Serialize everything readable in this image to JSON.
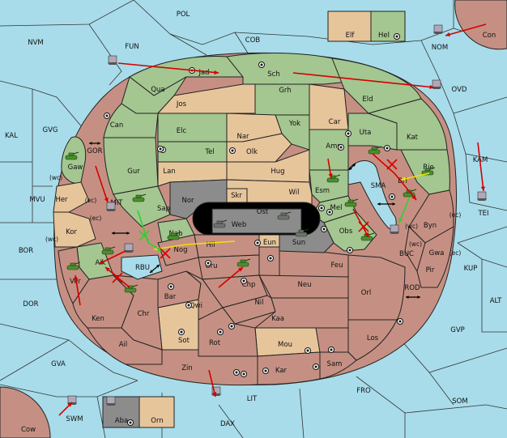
{
  "colors": {
    "sea": "#a8dcea",
    "green": "#a4c690",
    "red": "#c59083",
    "tan": "#e7c59b",
    "gray": "#8c8c8c",
    "black": "#000000",
    "move_red": "#d40000",
    "move_yellow": "#f0e000",
    "move_green": "#2fd02f",
    "unit_green": "#4a8f2c",
    "unit_gray": "#707070"
  },
  "sea_labels": {
    "POL": "POL",
    "NVM": "NVM",
    "FUN": "FUN",
    "COB": "COB",
    "NOM": "NOM",
    "Con": "Con",
    "OVD": "OVD",
    "KAL": "KAL",
    "GVG": "GVG",
    "GOR": "GOR",
    "MVU": "MVU",
    "MIT": "MIT",
    "BOR": "BOR",
    "RBU": "RBU",
    "DOR": "DOR",
    "SMA": "SMA",
    "BUC": "BUC",
    "ROD": "ROD",
    "KAM": "KAM",
    "TEI": "TEI",
    "KUP": "KUP",
    "ALT": "ALT",
    "GVP": "GVP",
    "GVA": "GVA",
    "FRO": "FRO",
    "SOM": "SOM",
    "LIT": "LIT",
    "DAX": "DAX",
    "SWM": "SWM",
    "Cow": "Cow"
  },
  "land_labels": {
    "Jad": "Jad",
    "Sch": "Sch",
    "Qua": "Qua",
    "Jos": "Jos",
    "Grh": "Grh",
    "Eld": "Eld",
    "Can": "Can",
    "Elc": "Elc",
    "Nar": "Nar",
    "Yok": "Yok",
    "Car": "Car",
    "Uta": "Uta",
    "Kat": "Kat",
    "Tel": "Tel",
    "Olk": "Olk",
    "Amp": "Amp",
    "Gur": "Gur",
    "Lan": "Lan",
    "Hug": "Hug",
    "Esm": "Esm",
    "Rie": "Rie",
    "Gaw": "Gaw",
    "Nor": "Nor",
    "Skr": "Skr",
    "Ost": "Ost",
    "Wil": "Wil",
    "Bri": "Bri",
    "Her": "Her",
    "Sap": "Sap",
    "Web": "Web",
    "Mel": "Mel",
    "Byn": "Byn",
    "Kor": "Kor",
    "Nab": "Nab",
    "Eun": "Eun",
    "Sun": "Sun",
    "Obs": "Obs",
    "Hil": "Hil",
    "Nog": "Nog",
    "Gwa": "Gwa",
    "Aik": "Aik",
    "Uru": "Uru",
    "Feu": "Feu",
    "Pir": "Pir",
    "Ver": "Ver",
    "Chp": "Chp",
    "Neu": "Neu",
    "Bar": "Bar",
    "Qwi": "Qwi",
    "Orl": "Orl",
    "Ken": "Ken",
    "Chr": "Chr",
    "Nil": "Nil",
    "Kaa": "Kaa",
    "Los": "Los",
    "Sot": "Sot",
    "Rot": "Rot",
    "Ail": "Ail",
    "Mou": "Mou",
    "Sam": "Sam",
    "Zin": "Zin",
    "Kar": "Kar",
    "Elf": "Elf",
    "Hel": "Hel",
    "Aba": "Aba",
    "Orn": "Orn"
  },
  "coast_labels": {
    "wc_her": "(wc)",
    "ec_her": "(ec)",
    "ec_kor": "(ec)",
    "wc_kor": "(wc)",
    "wc_byn": "(wc)",
    "ec_byn": "(ec)",
    "wc_gwa": "(wc)",
    "ec_gwa": "(ec)"
  }
}
